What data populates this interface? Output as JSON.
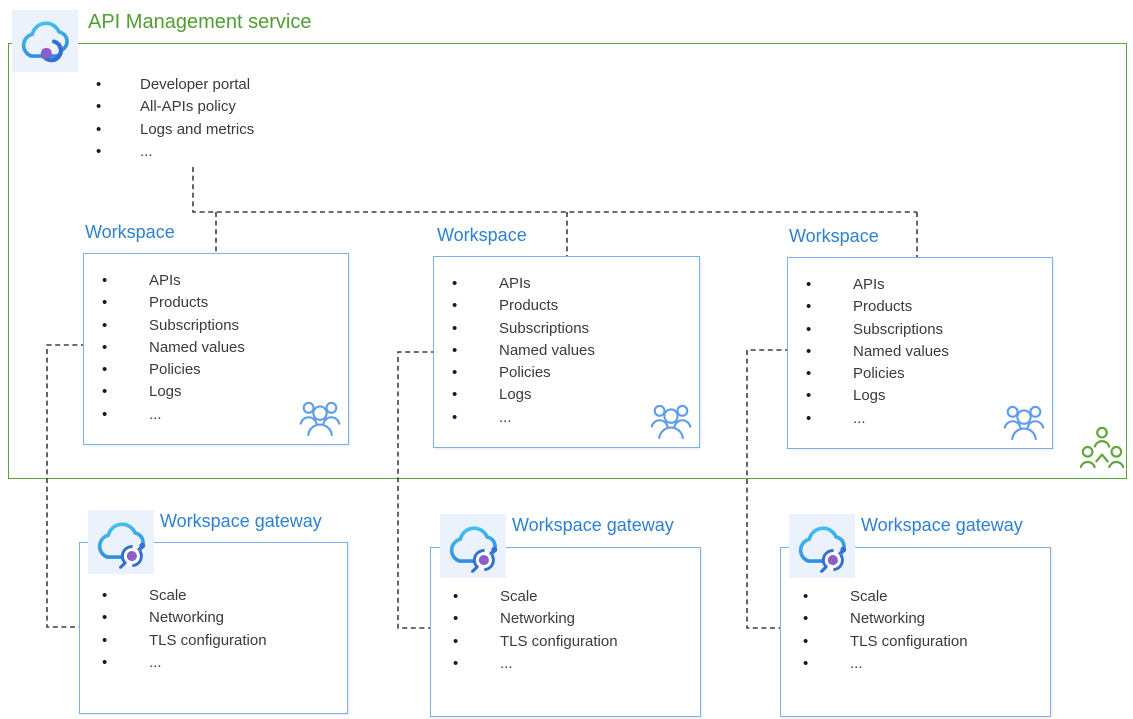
{
  "service": {
    "title": "API Management service",
    "items": [
      "Developer portal",
      "All-APIs policy",
      "Logs and metrics",
      "..."
    ]
  },
  "workspaces": [
    {
      "title": "Workspace",
      "items": [
        "APIs",
        "Products",
        "Subscriptions",
        "Named values",
        "Policies",
        "Logs",
        "..."
      ]
    },
    {
      "title": "Workspace",
      "items": [
        "APIs",
        "Products",
        "Subscriptions",
        "Named values",
        "Policies",
        "Logs",
        "..."
      ]
    },
    {
      "title": "Workspace",
      "items": [
        "APIs",
        "Products",
        "Subscriptions",
        "Named values",
        "Policies",
        "Logs",
        "..."
      ]
    }
  ],
  "gateways": [
    {
      "title": "Workspace gateway",
      "items": [
        "Scale",
        "Networking",
        "TLS configuration",
        "..."
      ]
    },
    {
      "title": "Workspace gateway",
      "items": [
        "Scale",
        "Networking",
        "TLS configuration",
        "..."
      ]
    },
    {
      "title": "Workspace gateway",
      "items": [
        "Scale",
        "Networking",
        "TLS configuration",
        "..."
      ]
    }
  ],
  "icons": {
    "service": "api-management-cloud-icon",
    "gateway": "gateway-cloud-icon",
    "workspace_members": "people-group-icon",
    "service_members": "people-community-icon"
  },
  "colors": {
    "service_green": "#5ca33a",
    "title_blue": "#2e80d4",
    "box_border_blue": "#7fafe6",
    "people_blue": "#5e9cea",
    "connector_gray": "#3f3f3f",
    "body_text": "#3a3a3a"
  }
}
